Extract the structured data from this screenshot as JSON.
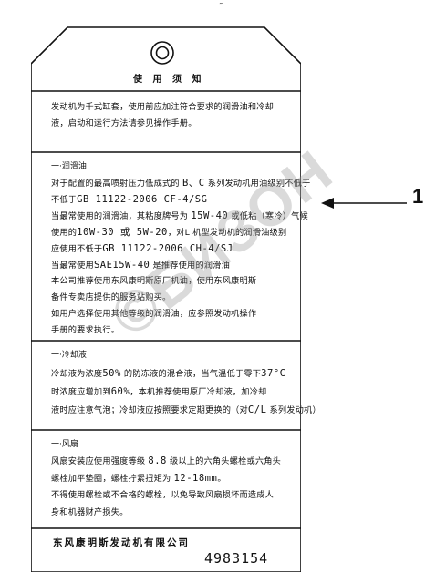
{
  "tag": {
    "header": "使  用  须  知",
    "intro": [
      "发动机为千式缸套，使用前应加注符合要求的润滑油和冷却",
      "液，启动和运行方法请参见操作手册。"
    ],
    "oil": {
      "title": "一·润滑油",
      "lines": [
        [
          "对于配置的最高喷射压力低成式的 ",
          "B、C",
          " 系列发动机用油级别不低于"
        ],
        [
          "不低于",
          "GB 11122-2006 CF-4/SG",
          ""
        ],
        [
          "当最常使用的润滑油，其粘度牌号为 ",
          "15W-40",
          " 或低粘（寒冷）气候"
        ],
        [
          "使用的",
          "10W-30 或 5W-20",
          "，对L 机型发动机的润滑油级别"
        ],
        [
          "应使用不低于",
          "GB 11122-2006 CH-4/SJ",
          ""
        ],
        [
          "当最常使用",
          "SAE15W-40",
          " 是推荐使用的润滑油"
        ],
        [
          "本公司推荐使用东风康明斯原厂机油，使用东风康明斯",
          "",
          ""
        ],
        [
          "备件专卖店提供的服务站购买。",
          "",
          ""
        ],
        [
          "如用户选择使用其他等级的润滑油，应参照发动机操作",
          "",
          ""
        ],
        [
          "手册的要求执行。",
          "",
          ""
        ]
      ]
    },
    "coolant": {
      "title": "一·冷却液",
      "lines": [
        [
          "冷却液为浓度",
          "50%",
          " 的防冻液的混合液，当气温低于零下",
          "37°C",
          ""
        ],
        [
          "时浓度应增加到",
          "60%",
          "，本机推荐使用原厂冷却液，加冷却",
          "",
          ""
        ],
        [
          "液时应注意气泡；冷却液应按照要求定期更换的（对",
          "C/L",
          " 系列发动机）"
        ]
      ]
    },
    "fuel": {
      "title": "一·风扇",
      "lines": [
        [
          "风扇安装应使用强度等级 ",
          "8.8",
          " 级以上的六角头螺栓或六角头",
          "",
          ""
        ],
        [
          "螺栓加平垫圈，螺栓拧紧扭矩为 ",
          "12-18mm",
          "。",
          "",
          ""
        ],
        [
          "不得使用螺栓或不合格的螺栓，以免导致风扇损坏而造成人",
          "",
          "",
          "",
          ""
        ],
        [
          "身和机器财产损失。",
          "",
          "",
          "",
          ""
        ]
      ]
    },
    "company": "东风康明斯发动机有限公司",
    "part_number": "4983154"
  },
  "callout": {
    "label": "1"
  },
  "watermark": "©БИЗОН"
}
